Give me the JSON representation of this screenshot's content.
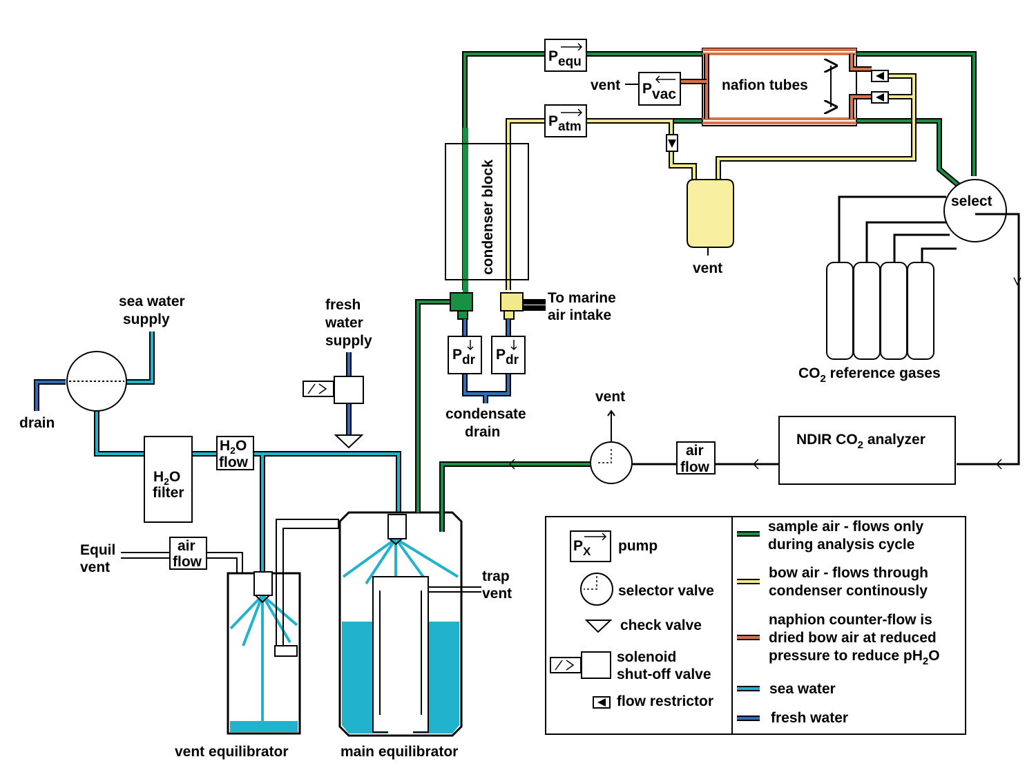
{
  "colors": {
    "sample_air": "#1a9142",
    "bow_air": "#f2e88c",
    "counter_flow": "#d9724a",
    "sea_water": "#22b3cc",
    "fresh_water": "#2f6fb5",
    "black": "#000000",
    "bow_fill": "#f8f0a0"
  },
  "labels": {
    "sea_water_supply_1": "sea water",
    "sea_water_supply_2": "supply",
    "drain": "drain",
    "fresh_water_1": "fresh",
    "fresh_water_2": "water",
    "fresh_water_3": "supply",
    "h2o_filter_1": "H",
    "h2o_filter_sub": "2",
    "h2o_filter_2": "O",
    "h2o_filter_3": "filter",
    "h2o_flow_1": "H",
    "h2o_flow_sub": "2",
    "h2o_flow_2": "O",
    "h2o_flow_3": "flow",
    "air_flow_left_1": "air",
    "air_flow_left_2": "flow",
    "equil_vent_1": "Equil",
    "equil_vent_2": "vent",
    "trap_vent_1": "trap",
    "trap_vent_2": "vent",
    "vent_equilibrator": "vent equilibrator",
    "main_equilibrator": "main equilibrator",
    "condenser_block": "condenser block",
    "marine_air_1": "To marine",
    "marine_air_2": "air intake",
    "condensate_1": "condensate",
    "condensate_2": "drain",
    "pdr": "P",
    "pdr_sub": "dr",
    "pequ": "P",
    "pequ_sub": "equ",
    "patm": "P",
    "patm_sub": "atm",
    "pvac": "P",
    "pvac_sub": "vac",
    "vent_top": "vent",
    "nafion": "nafion tubes",
    "vent_bottle": "vent",
    "select": "select",
    "ref_gases_1": "CO",
    "ref_gases_sub": "2",
    "ref_gases_2": " reference gases",
    "ndir_1": "NDIR CO",
    "ndir_sub": "2",
    "ndir_2": " analyzer",
    "air_flow_right_1": "air",
    "air_flow_right_2": "flow",
    "vent_selector": "vent"
  },
  "legend": {
    "symbols": {
      "pump_p": "P",
      "pump_sub": "X",
      "pump": "pump",
      "selector": "selector valve",
      "check": "check valve",
      "solenoid_1": "solenoid",
      "solenoid_2": "shut-off valve",
      "restrictor": "flow restrictor"
    },
    "lines": {
      "sample_1": "sample air - flows only",
      "sample_2": "during analysis cycle",
      "bow_1": "bow air - flows through",
      "bow_2": "condenser continously",
      "counter_1": "naphion counter-flow is",
      "counter_2": "dried bow air at reduced",
      "counter_3": "pressure to reduce pH",
      "counter_sub": "2",
      "counter_4": "O",
      "sea": "sea water",
      "fresh": "fresh water"
    }
  }
}
